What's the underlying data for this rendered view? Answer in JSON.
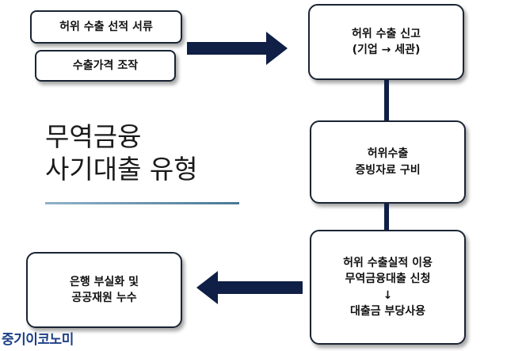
{
  "colors": {
    "arrow": "#0f1f45",
    "box_border": "#1a2433",
    "logo": "#1d3f86",
    "underline": "#5f8aa5"
  },
  "inputs": {
    "docs": "허위 수출 선적 서류",
    "price": "수출가격 조작"
  },
  "title": {
    "line1": "무역금융",
    "line2": "사기대출 유형"
  },
  "steps": {
    "report": {
      "line1": "허위 수출 신고",
      "line2": "(기업 → 세관)"
    },
    "prepare": {
      "line1": "허위수출",
      "line2": "증빙자료 구비"
    },
    "abuse": {
      "line1": "허위 수출실적 이용",
      "line2": "무역금융대출 신청",
      "line3": "↓",
      "line4": "대출금 부당사용"
    }
  },
  "result": {
    "line1": "은행 부실화 및",
    "line2": "공공재원 누수"
  },
  "logo": "중기이코노미"
}
